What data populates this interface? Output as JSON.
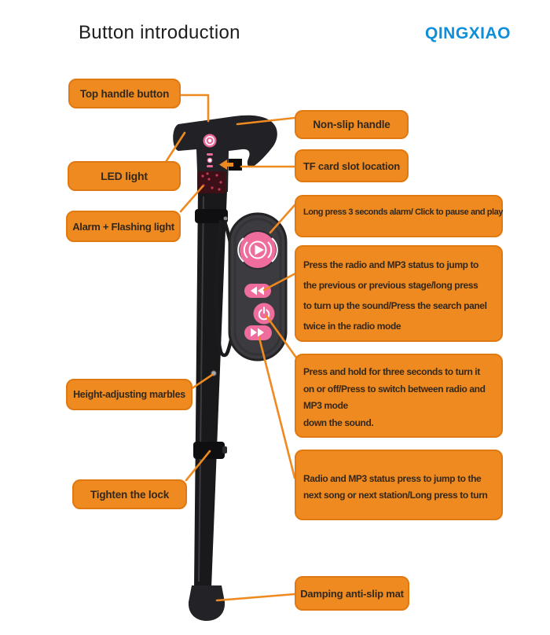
{
  "header": {
    "title": "Button introduction",
    "brand": "QINGXIAO",
    "brand_color": "#0f8ed9"
  },
  "colors": {
    "callout_fill": "#ee8a1f",
    "callout_border": "#e07911",
    "callout_text": "#33281c",
    "leader_line": "#ee8a1f",
    "remote_body": "#3c3c40",
    "button_pink": "#ee6d9d",
    "cane_black": "#202024",
    "flash_section_red": "#3d0f16"
  },
  "labels": {
    "top_handle": "Top handle button",
    "led": "LED light",
    "alarm": "Alarm + Flashing light",
    "height": "Height-adjusting marbles",
    "tighten": "Tighten the lock",
    "damping": "Damping anti-slip mat",
    "nonslip": "Non-slip handle",
    "tfcard": "TF card slot location",
    "longpress": "Long press 3 seconds alarm/ Click to pause and play"
  },
  "paragraphs": {
    "rewind": {
      "lines": [
        "Press the radio and MP3 status to jump to",
        "the previous or previous stage/long press",
        "to turn up the sound/Press the search panel",
        "twice in the radio mode"
      ]
    },
    "power": {
      "lines": [
        "Press and hold for three seconds to turn it",
        "on or off/Press to switch between radio and",
        " MP3 mode",
        "down the sound."
      ]
    },
    "forward": {
      "lines": [
        "Radio and MP3 status press to jump to the",
        "next song or next station/Long press to turn"
      ]
    }
  },
  "remote": {
    "buttons": [
      {
        "name": "alarm-play-button",
        "icon": "play-icon"
      },
      {
        "name": "rewind-button",
        "icon": "rewind-icon"
      },
      {
        "name": "power-button",
        "icon": "power-icon"
      },
      {
        "name": "fast-forward-button",
        "icon": "fast-forward-icon"
      }
    ]
  }
}
